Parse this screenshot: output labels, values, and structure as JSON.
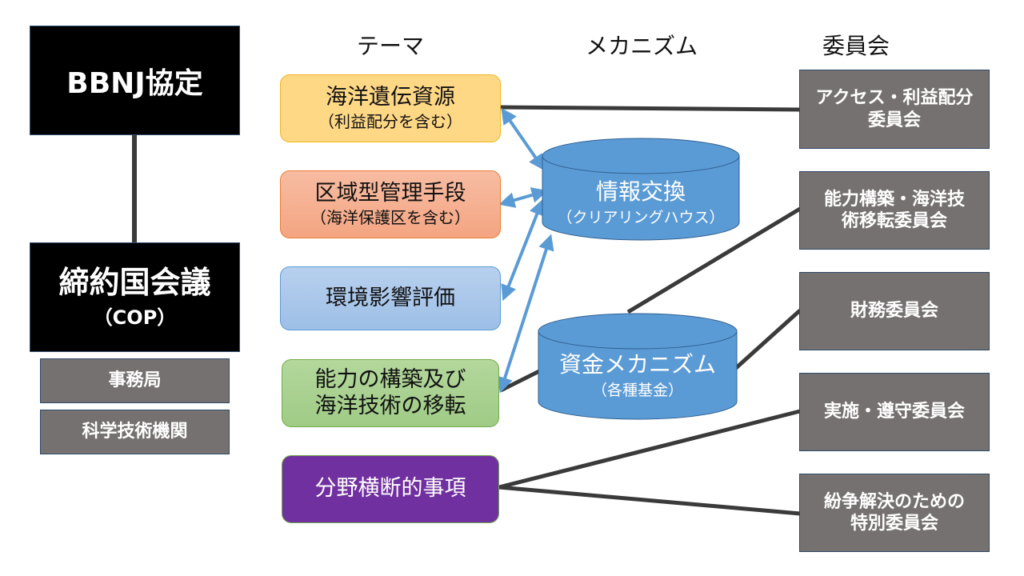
{
  "headers": {
    "theme": "テーマ",
    "mechanism": "メカニズム",
    "committee": "委員会"
  },
  "left": {
    "agreement": "BBNJ協定",
    "cop_title": "締約国会議",
    "cop_sub": "（COP）",
    "secretariat": "事務局",
    "science_body": "科学技術機関"
  },
  "themes": [
    {
      "title": "海洋遺伝資源",
      "sub": "（利益配分を含む）",
      "color": "#ffd886"
    },
    {
      "title": "区域型管理手段",
      "sub": "（海洋保護区を含む）",
      "color": "#f6b092"
    },
    {
      "title": "環境影響評価",
      "sub": "",
      "color": "#a9c6e8"
    },
    {
      "title_line1": "能力の構築及び",
      "title_line2": "海洋技術の移転",
      "color": "#a9d08e"
    },
    {
      "title": "分野横断的事項",
      "sub": "",
      "color": "#7030a0"
    }
  ],
  "mechanisms": [
    {
      "title": "情報交換",
      "sub": "（クリアリングハウス）",
      "color": "#5b9bd5"
    },
    {
      "title": "資金メカニズム",
      "sub": "（各種基金）",
      "color": "#5b9bd5"
    }
  ],
  "committees": [
    {
      "line1": "アクセス・利益配分",
      "line2": "委員会"
    },
    {
      "line1": "能力構築・海洋技",
      "line2": "術移転委員会"
    },
    {
      "line1": "財務委員会",
      "line2": ""
    },
    {
      "line1": "実施・遵守委員会",
      "line2": ""
    },
    {
      "line1": "紛争解決のための",
      "line2": "特別委員会"
    }
  ],
  "colors": {
    "connector": "#3a3a3a",
    "arrow": "#5b9bd5",
    "committee_fill": "#767171"
  }
}
